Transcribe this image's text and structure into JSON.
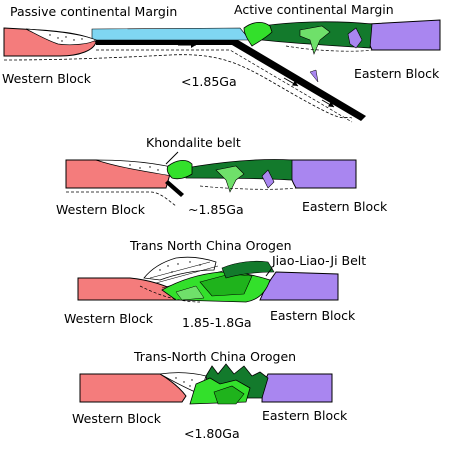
{
  "colors": {
    "western_block": "#f47c7c",
    "eastern_block": "#a986f0",
    "ocean": "#7fd6f2",
    "arc_bright": "#33e02b",
    "arc_mid": "#1fb31c",
    "arc_dark": "#137a2c",
    "arc_pale": "#6fe06a",
    "sediment": "#ffffff",
    "slab": "#000000"
  },
  "stage1": {
    "title_left": "Passive continental Margin",
    "title_right": "Active continental Margin",
    "western": "Western Block",
    "eastern": "Eastern Block",
    "age": "<1.85Ga"
  },
  "stage2": {
    "title": "Khondalite belt",
    "western": "Western Block",
    "eastern": "Eastern Block",
    "age": "~1.85Ga"
  },
  "stage3": {
    "title": "Trans North China Orogen",
    "belt": "Jiao-Liao-Ji Belt",
    "western": "Western Block",
    "eastern": "Eastern Block",
    "age": "1.85-1.8Ga"
  },
  "stage4": {
    "title": "Trans-North China Orogen",
    "western": "Western Block",
    "eastern": "Eastern Block",
    "age": "<1.80Ga"
  }
}
